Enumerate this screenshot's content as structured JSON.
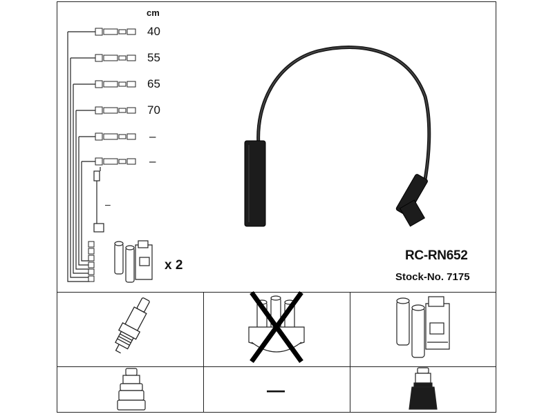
{
  "header": {
    "unit": "cm"
  },
  "cable_lengths": [
    "40",
    "55",
    "65",
    "70",
    "–",
    "–"
  ],
  "coil_wire_label": "–",
  "quantity": "x 2",
  "product": {
    "code": "RC-RN652",
    "stock": "Stock-No. 7175"
  },
  "dash": "—",
  "colors": {
    "line": "#222222",
    "cable": "#1a1a1a",
    "background": "#ffffff"
  },
  "icons": [
    "spark-plug-icon",
    "distributor-cap-icon",
    "ignition-coil-icon",
    "plug-boot-icon",
    "coil-boot-icon"
  ]
}
